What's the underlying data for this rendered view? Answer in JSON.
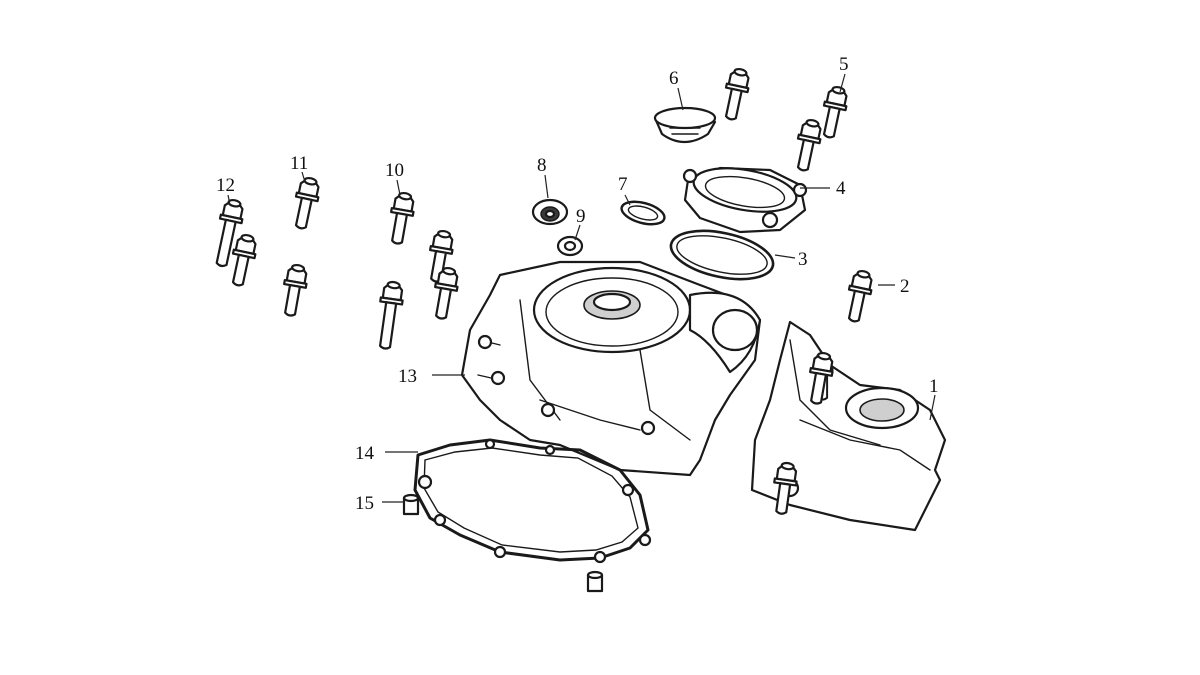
{
  "callouts": [
    {
      "id": "1",
      "label": "1"
    },
    {
      "id": "2",
      "label": "2"
    },
    {
      "id": "3",
      "label": "3"
    },
    {
      "id": "4",
      "label": "4"
    },
    {
      "id": "5",
      "label": "5"
    },
    {
      "id": "6",
      "label": "6"
    },
    {
      "id": "7",
      "label": "7"
    },
    {
      "id": "8",
      "label": "8"
    },
    {
      "id": "9",
      "label": "9"
    },
    {
      "id": "10",
      "label": "10"
    },
    {
      "id": "11",
      "label": "11"
    },
    {
      "id": "12",
      "label": "12"
    },
    {
      "id": "13",
      "label": "13"
    },
    {
      "id": "14",
      "label": "14"
    },
    {
      "id": "15",
      "label": "15"
    }
  ],
  "colors": {
    "line": "#1a1a1a",
    "background": "#ffffff"
  }
}
